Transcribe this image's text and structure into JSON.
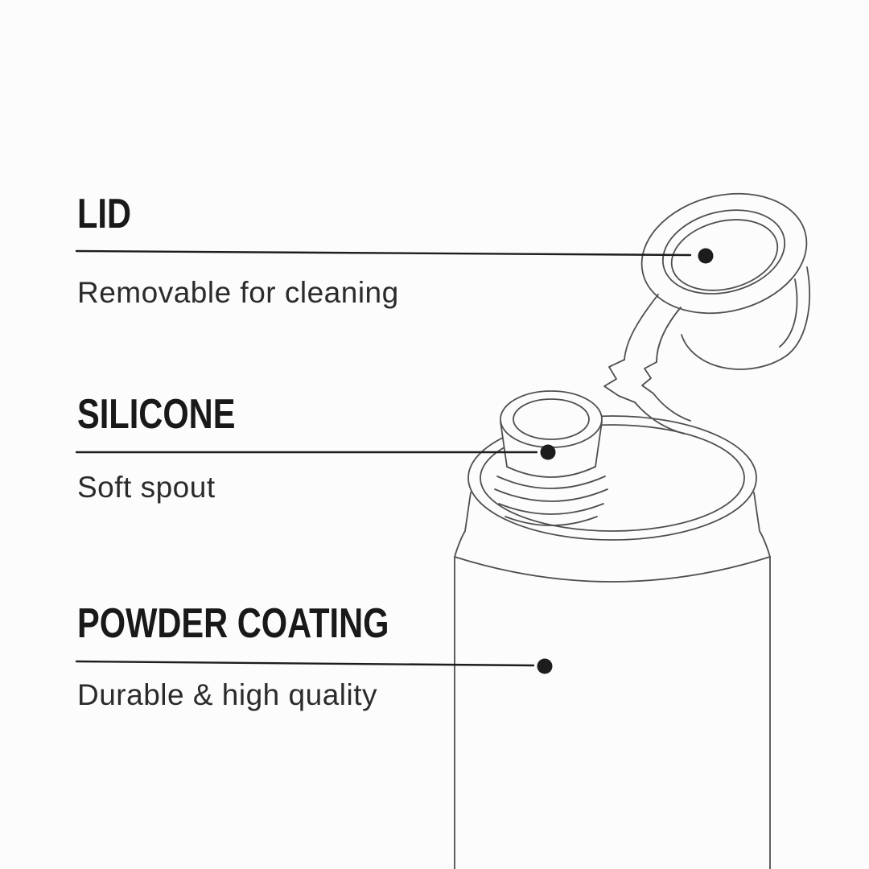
{
  "page": {
    "background": "#fcfcfc",
    "type": "product-feature-diagram",
    "subject": "insulated water bottle with flip lid (line drawing)"
  },
  "colors": {
    "heading_ink": "#191919",
    "subtitle_ink": "#2b2b2b",
    "leader_line": "#1d1d1d",
    "line_art": "#4f4f4f"
  },
  "callouts": [
    {
      "id": "lid",
      "title": "LID",
      "subtitle": "Removable for cleaning"
    },
    {
      "id": "silicone",
      "title": "SILICONE",
      "subtitle": "Soft spout"
    },
    {
      "id": "powder-coating",
      "title": "POWDER COATING",
      "subtitle": "Durable & high quality"
    }
  ],
  "illustration": {
    "name": "water-bottle-line-drawing",
    "parts": [
      "flip-lid-open",
      "silicone-spout-with-threads",
      "bottle-body"
    ]
  }
}
